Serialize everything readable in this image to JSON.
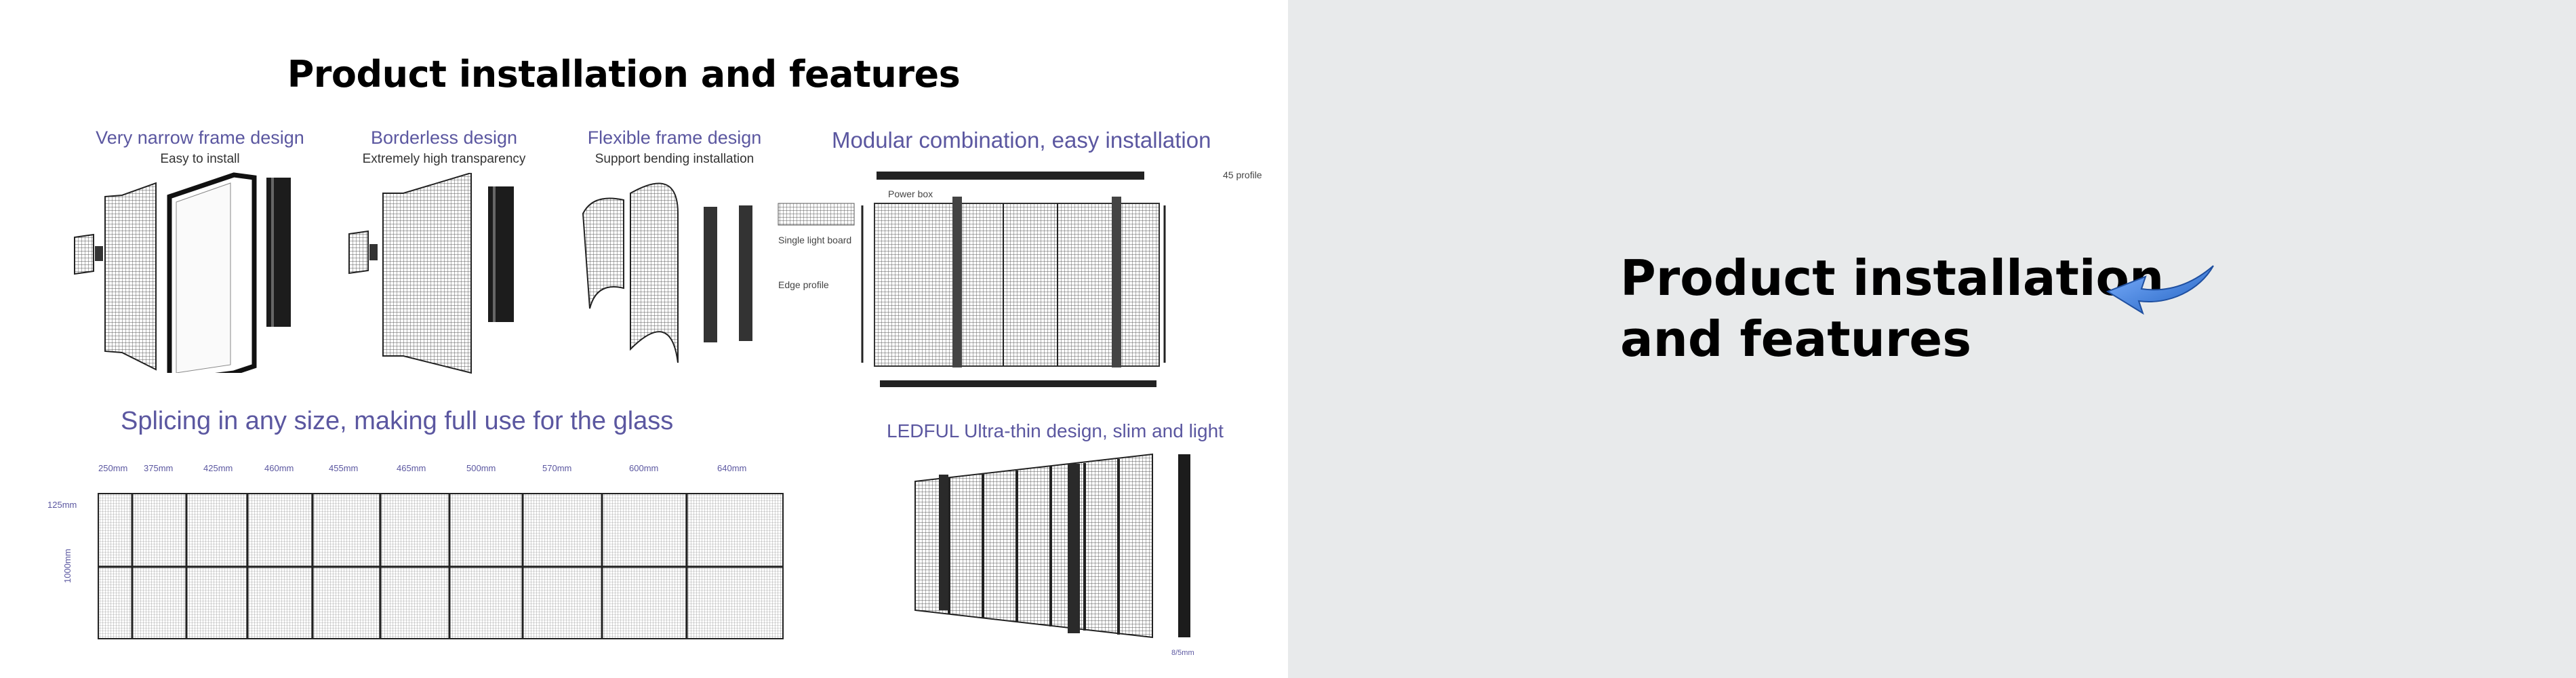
{
  "slide": {
    "title": "Product installation and features",
    "features": [
      {
        "title": "Very narrow frame design",
        "subtitle": "Easy to install"
      },
      {
        "title": "Borderless design",
        "subtitle": "Extremely high transparency"
      },
      {
        "title": "Flexible frame design",
        "subtitle": "Support bending installation"
      }
    ],
    "modular": {
      "title": "Modular combination, easy installation",
      "labels": {
        "profile45": "45 profile",
        "power_box": "Power box",
        "single_light_board": "Single light board",
        "edge_profile": "Edge profile"
      }
    },
    "splicing": {
      "title": "Splicing in any size, making full use for the glass",
      "widths": [
        "250mm",
        "375mm",
        "425mm",
        "460mm",
        "455mm",
        "465mm",
        "500mm",
        "570mm",
        "600mm",
        "640mm"
      ],
      "height_top": "125mm",
      "height_side": "1000mm"
    },
    "ultrathin": {
      "title": "LEDFUL Ultra-thin design, slim and light",
      "thickness": "8/5mm"
    }
  },
  "panel": {
    "title_line1": "Product installation",
    "title_line2": "and features",
    "arrow_color": "#3a7bd5"
  }
}
